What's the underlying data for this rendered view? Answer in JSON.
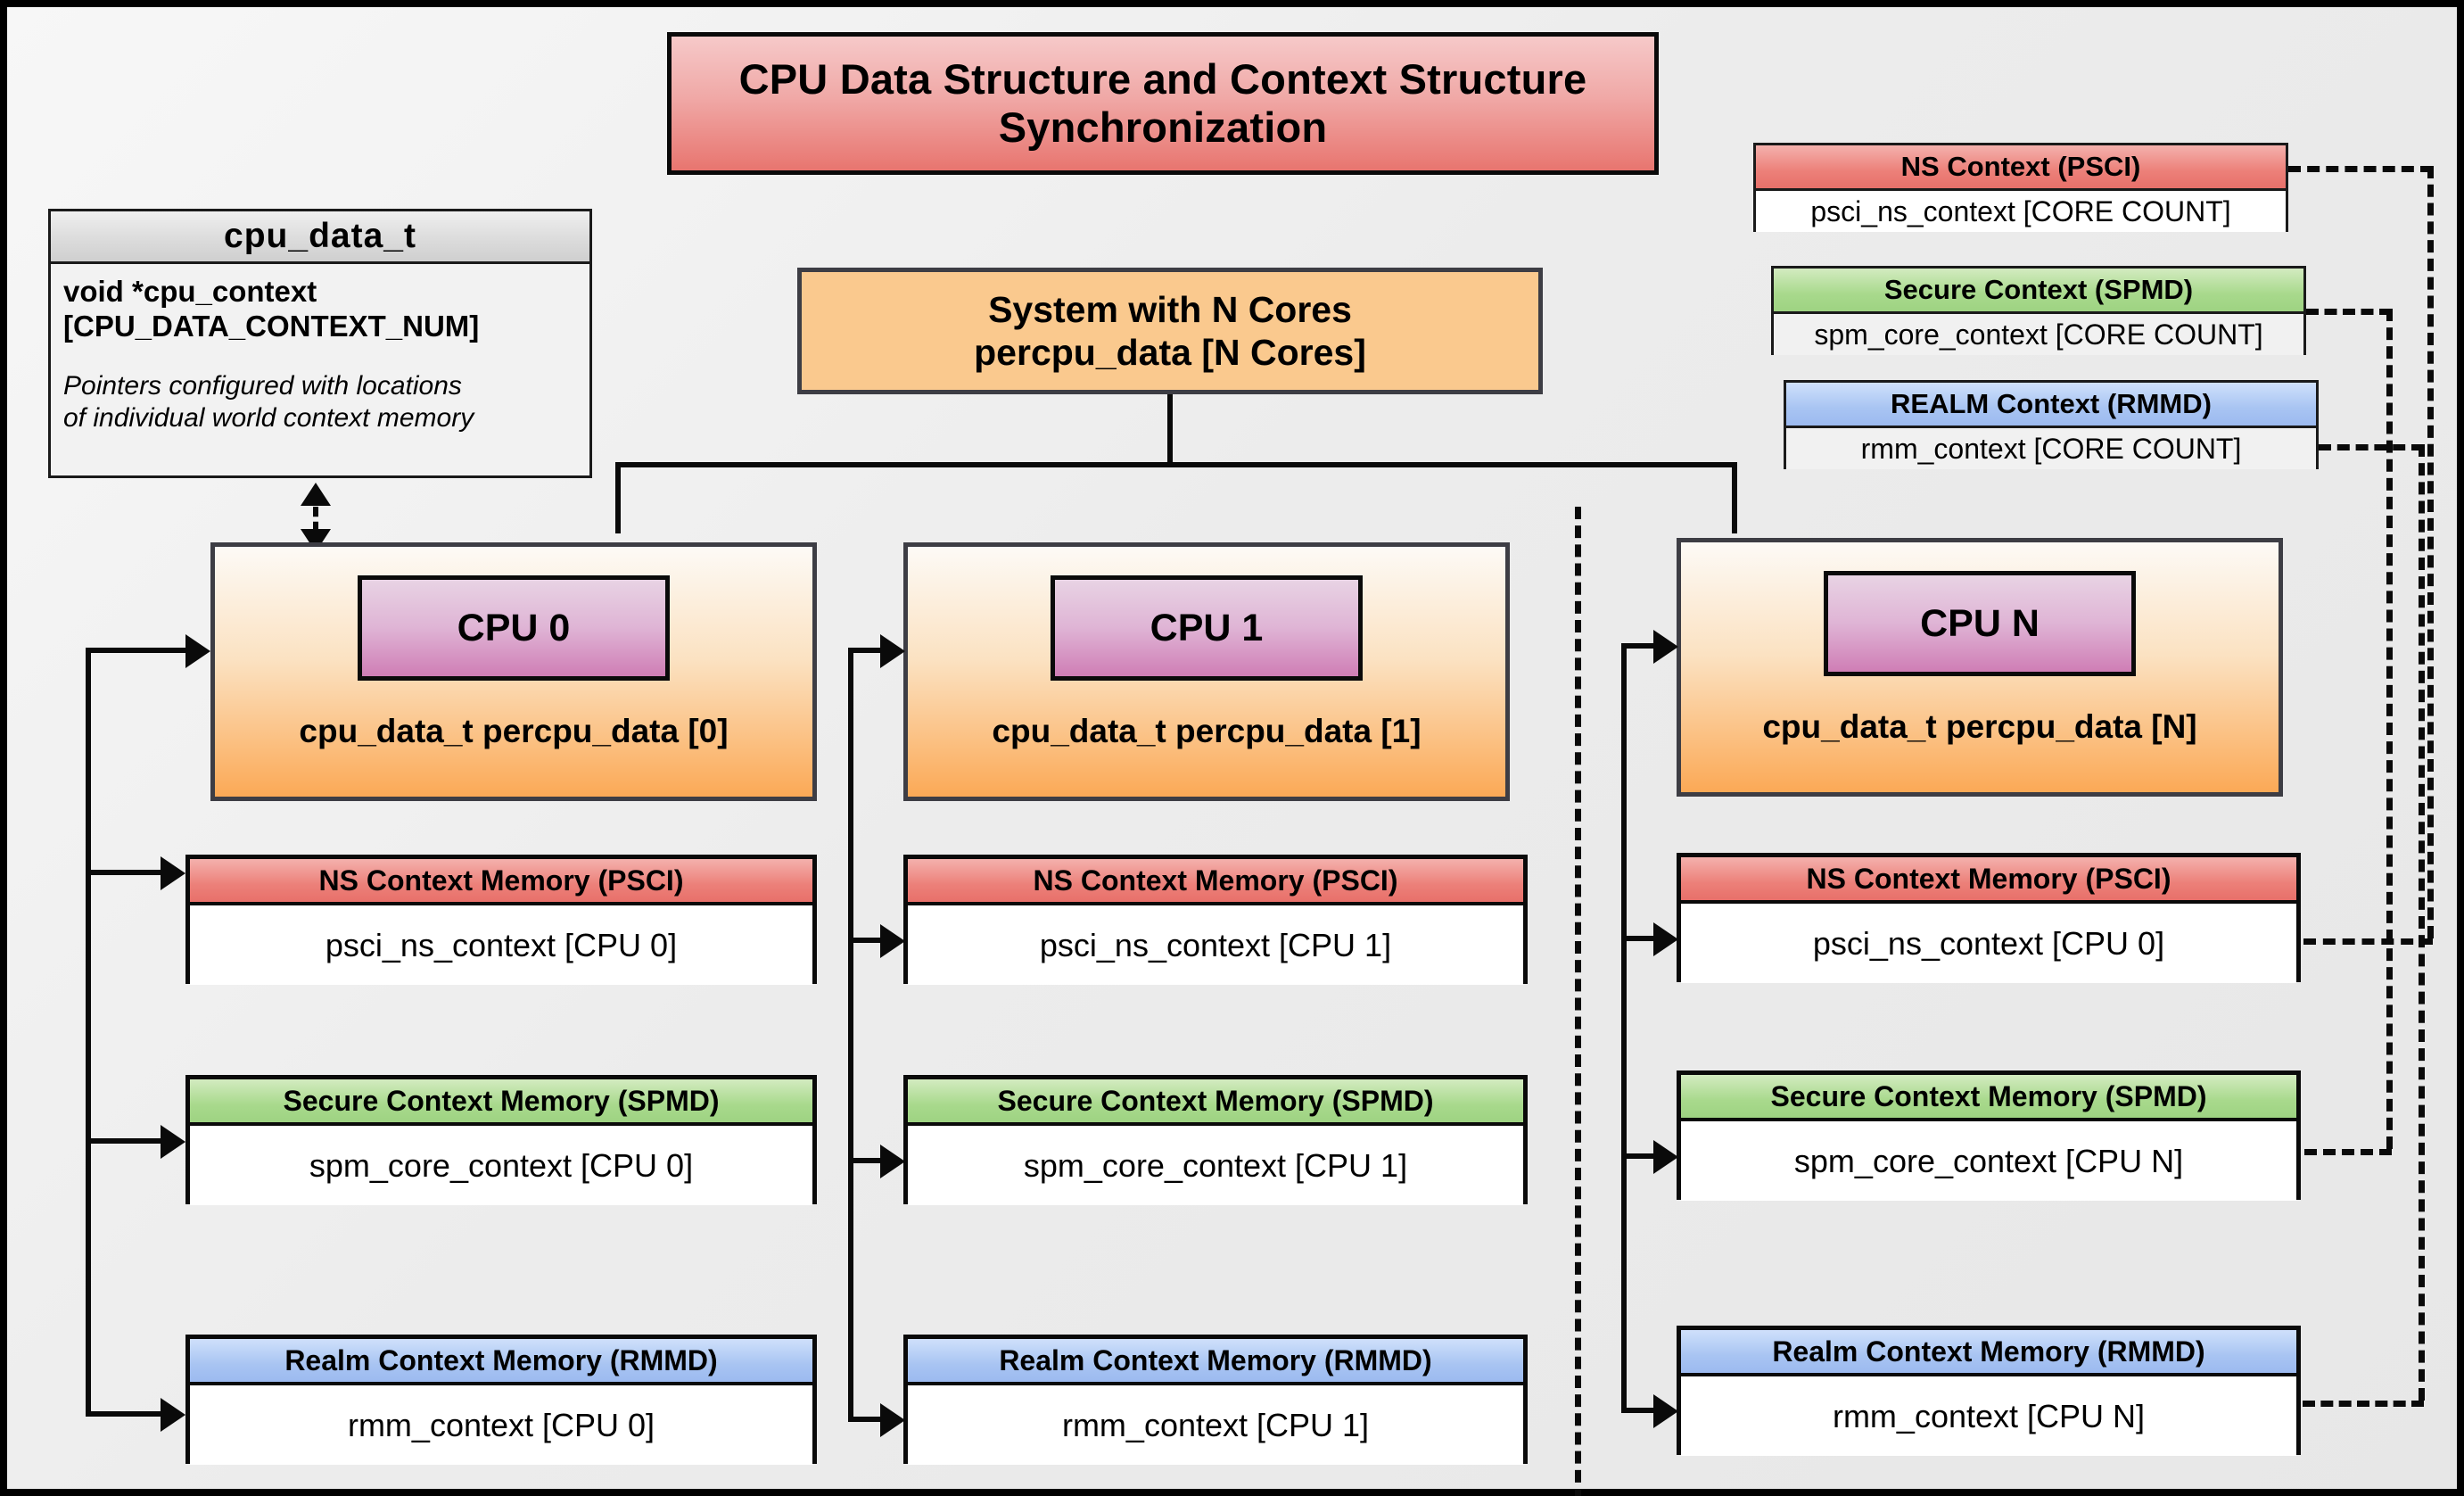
{
  "title": {
    "line1": "CPU Data Structure and Context Structure",
    "line2": "Synchronization"
  },
  "uml": {
    "name": "cpu_data_t",
    "field": "void  *cpu_context",
    "field_index": "[CPU_DATA_CONTEXT_NUM]",
    "note_line1": "Pointers configured with locations",
    "note_line2": "of individual world context memory"
  },
  "system": {
    "line1": "System with N Cores",
    "line2": "percpu_data [N Cores]"
  },
  "global_contexts": [
    {
      "header": "NS Context  (PSCI)",
      "body": "psci_ns_context [CORE COUNT]"
    },
    {
      "header": "Secure Context (SPMD)",
      "body": "spm_core_context [CORE COUNT]"
    },
    {
      "header": "REALM Context (RMMD)",
      "body": "rmm_context [CORE COUNT]"
    }
  ],
  "cpus": [
    {
      "chip": "CPU 0",
      "data_label": "cpu_data_t percpu_data [0]",
      "memories": [
        {
          "header": "NS Context Memory (PSCI)",
          "body": "psci_ns_context [CPU 0]"
        },
        {
          "header": "Secure Context Memory (SPMD)",
          "body": "spm_core_context [CPU 0]"
        },
        {
          "header": "Realm Context Memory (RMMD)",
          "body": "rmm_context [CPU 0]"
        }
      ]
    },
    {
      "chip": "CPU 1",
      "data_label": "cpu_data_t percpu_data [1]",
      "memories": [
        {
          "header": "NS Context Memory (PSCI)",
          "body": "psci_ns_context [CPU 1]"
        },
        {
          "header": "Secure Context Memory (SPMD)",
          "body": "spm_core_context [CPU 1]"
        },
        {
          "header": "Realm Context Memory (RMMD)",
          "body": "rmm_context [CPU 1]"
        }
      ]
    },
    {
      "chip": "CPU N",
      "data_label": "cpu_data_t percpu_data [N]",
      "memories": [
        {
          "header": "NS Context Memory (PSCI)",
          "body": "psci_ns_context [CPU 0]"
        },
        {
          "header": "Secure Context Memory (SPMD)",
          "body": "spm_core_context [CPU N]"
        },
        {
          "header": "Realm Context Memory (RMMD)",
          "body": "rmm_context [CPU N]"
        }
      ]
    }
  ],
  "colors": {
    "ns": "#e8706a",
    "secure": "#9ed382",
    "realm": "#5aa5f5",
    "cpu_fill": "#fba956",
    "chip_fill": "#cf7eb5",
    "title_fill": "#e8756f",
    "panel_bg": "#ececec"
  }
}
